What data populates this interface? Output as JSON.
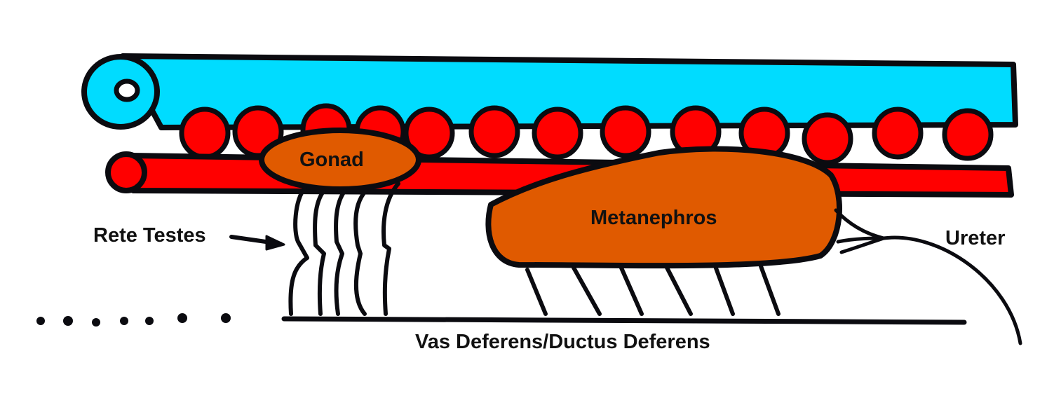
{
  "labels": {
    "gonad": "Gonad",
    "metanephros": "Metanephros",
    "rete_testes": "Rete Testes",
    "ureter": "Ureter",
    "vas_deferens": "Vas Deferens/Ductus Deferens"
  },
  "colors": {
    "neural_tube": "#00dcff",
    "red_structures": "#ff0000",
    "organs": "#e05a00",
    "outline": "#0b0b10"
  }
}
